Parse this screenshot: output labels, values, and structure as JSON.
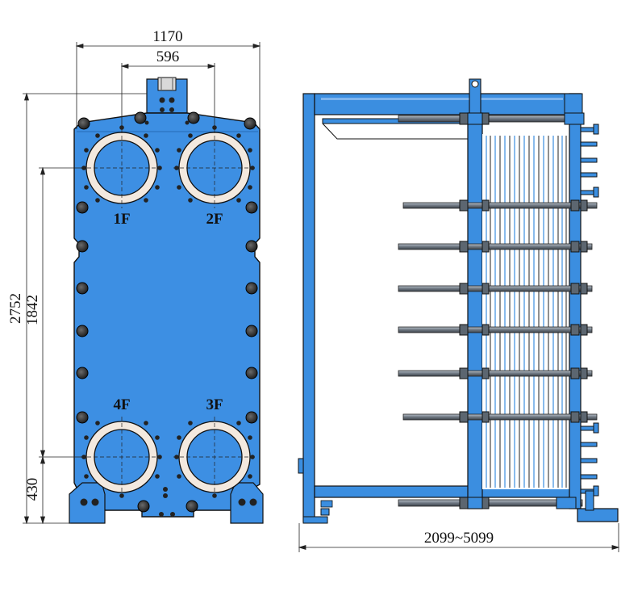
{
  "dimensions": {
    "overall_width": "1170",
    "port_spacing_horizontal": "596",
    "overall_height": "2752",
    "port_spacing_vertical": "1842",
    "foot_height": "430",
    "frame_length": "2099~5099"
  },
  "ports": {
    "top_left": "1F",
    "top_right": "2F",
    "bottom_left": "4F",
    "bottom_right": "3F"
  },
  "colors": {
    "plate_blue": "#3d8fe3",
    "frame_blue": "#3b8ee0",
    "outline": "#111111",
    "gasket_ring": "#f3e9df",
    "bolt_dark": "#2b2b2b",
    "rod_gray": "#808a94"
  },
  "icons": {
    "front_view": "heat-exchanger-front-view",
    "side_view": "heat-exchanger-side-view"
  }
}
